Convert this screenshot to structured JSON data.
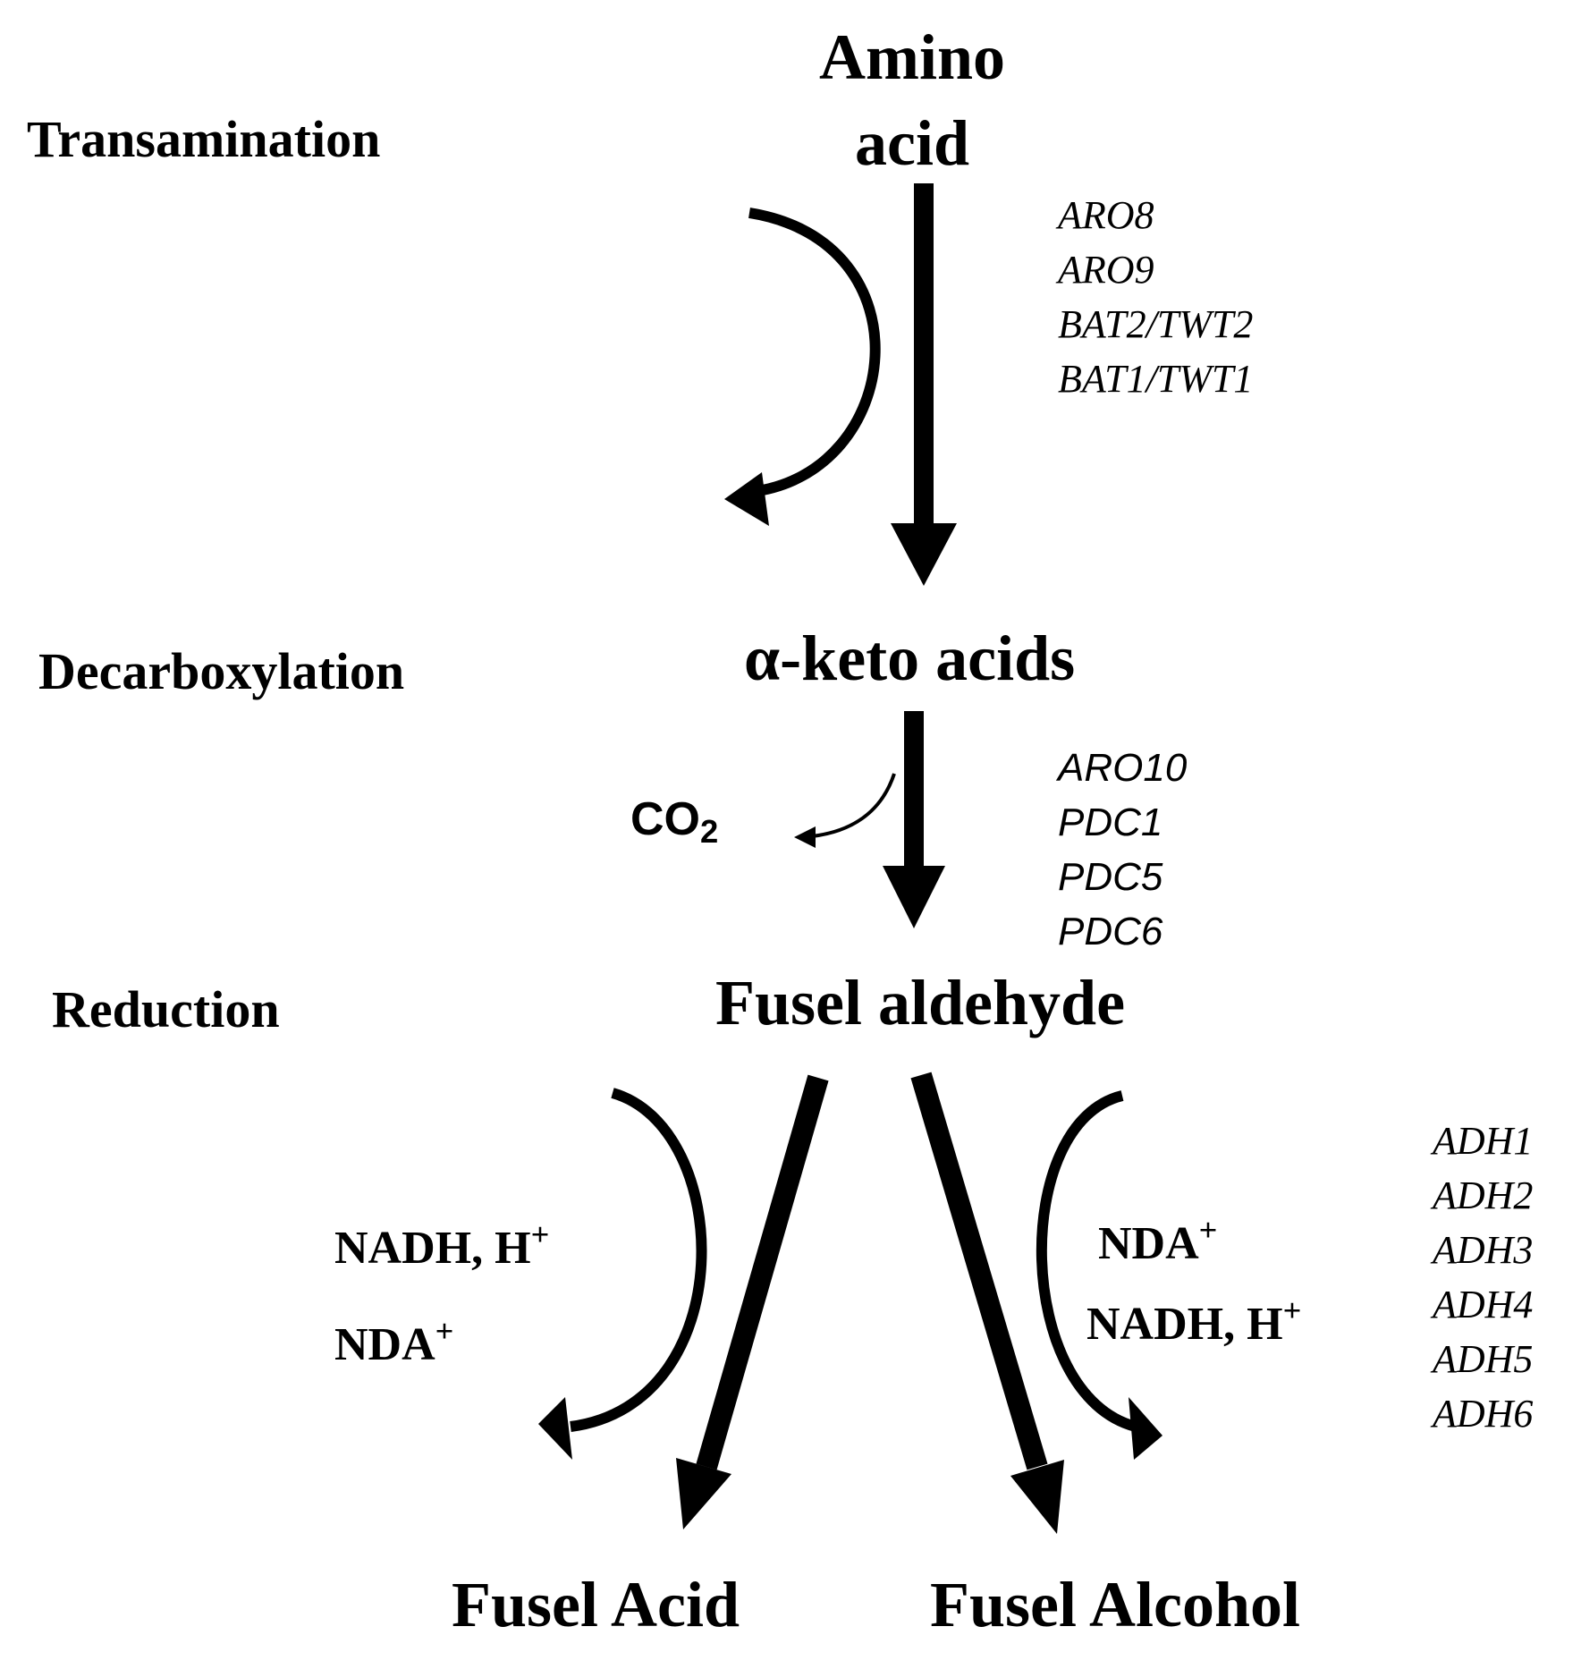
{
  "steps": {
    "transamination": "Transamination",
    "decarboxylation": "Decarboxylation",
    "reduction": "Reduction"
  },
  "compounds": {
    "amino_line1": "Amino",
    "amino_line2": "acid",
    "keto": "α-keto acids",
    "aldehyde": "Fusel aldehyde",
    "acid": "Fusel Acid",
    "alcohol": "Fusel Alcohol"
  },
  "cofactors": {
    "co2_base": "CO",
    "co2_sub": "2",
    "nadh_text": "NADH,  H",
    "nadh_sup": "+",
    "nda_text": "NDA",
    "nda_sup": "+"
  },
  "genes": {
    "transamination": [
      "ARO8",
      "ARO9",
      "BAT2/TWT2",
      "BAT1/TWT1"
    ],
    "decarboxylation": [
      "ARO10",
      "PDC1",
      "PDC5",
      "PDC6"
    ],
    "reduction": [
      "ADH1",
      "ADH2",
      "ADH3",
      "ADH4",
      "ADH5",
      "ADH6"
    ]
  }
}
